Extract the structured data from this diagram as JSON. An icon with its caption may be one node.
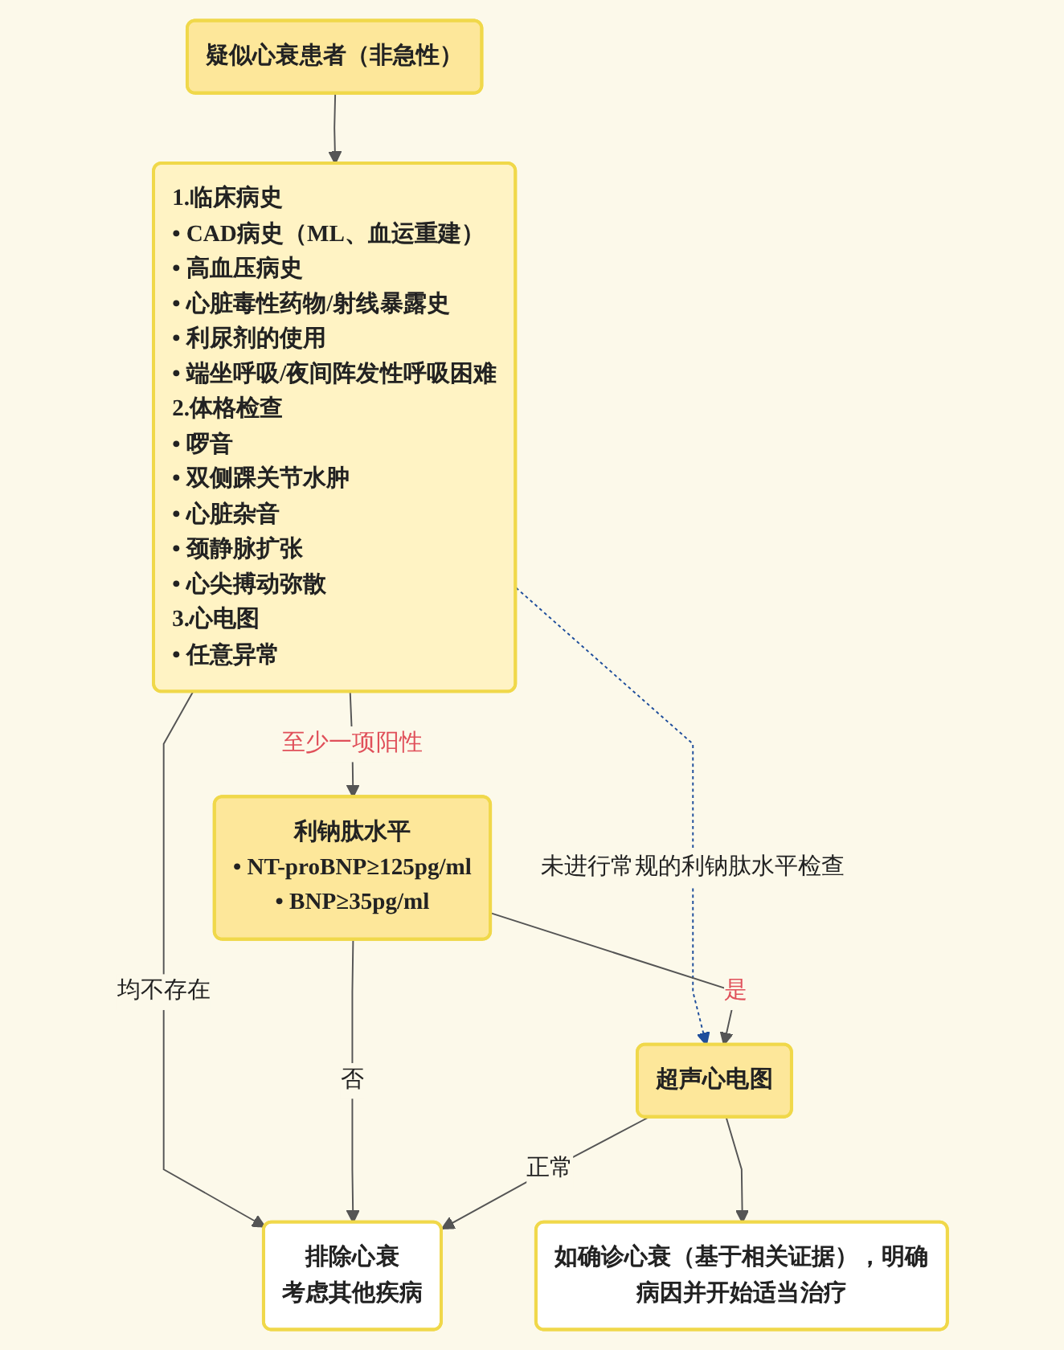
{
  "diagram": {
    "nodes": [
      {
        "text": [
          "疑似心衰患者（非急性）"
        ]
      },
      {
        "text": [
          "1.临床病史",
          "• CAD病史（ML、血运重建）",
          "• 高血压病史",
          "• 心脏毒性药物/射线暴露史",
          "• 利尿剂的使用",
          "• 端坐呼吸/夜间阵发性呼吸困难",
          "2.体格检查",
          "• 啰音",
          "• 双侧踝关节水肿",
          "• 心脏杂音",
          "• 颈静脉扩张",
          "• 心尖搏动弥散",
          "3.心电图",
          "• 任意异常"
        ]
      },
      {
        "text": [
          "利钠肽水平",
          "• NT-proBNP≥125pg/ml",
          "• BNP≥35pg/ml"
        ]
      },
      {
        "text": [
          "排除心衰",
          "考虑其他疾病"
        ]
      },
      {
        "text": [
          "超声心电图"
        ]
      },
      {
        "text": [
          "如确诊心衰（基于相关证据），明确病因并开始适当治疗"
        ]
      }
    ],
    "edges": [
      {
        "from": 0,
        "to": 1,
        "arrow": "to"
      },
      {
        "from": 1,
        "to": 4,
        "arrow": "to",
        "label": "未进行常规的利钠肽水平检查",
        "style": "dashed",
        "color": "#1f4e9c"
      },
      {
        "from": 1,
        "to": 2,
        "arrow": "to",
        "label": "至少一项阳性"
      },
      {
        "from": 1,
        "to": 3,
        "arrow": "to",
        "label": "均不存在"
      },
      {
        "from": 2,
        "to": 3,
        "arrow": "to",
        "label": "否"
      },
      {
        "from": 2,
        "to": 4,
        "arrow": "to",
        "label": "是"
      },
      {
        "from": 4,
        "to": 3,
        "arrow": "to",
        "label": "正常"
      },
      {
        "from": 4,
        "to": 5,
        "arrow": "to"
      }
    ]
  }
}
